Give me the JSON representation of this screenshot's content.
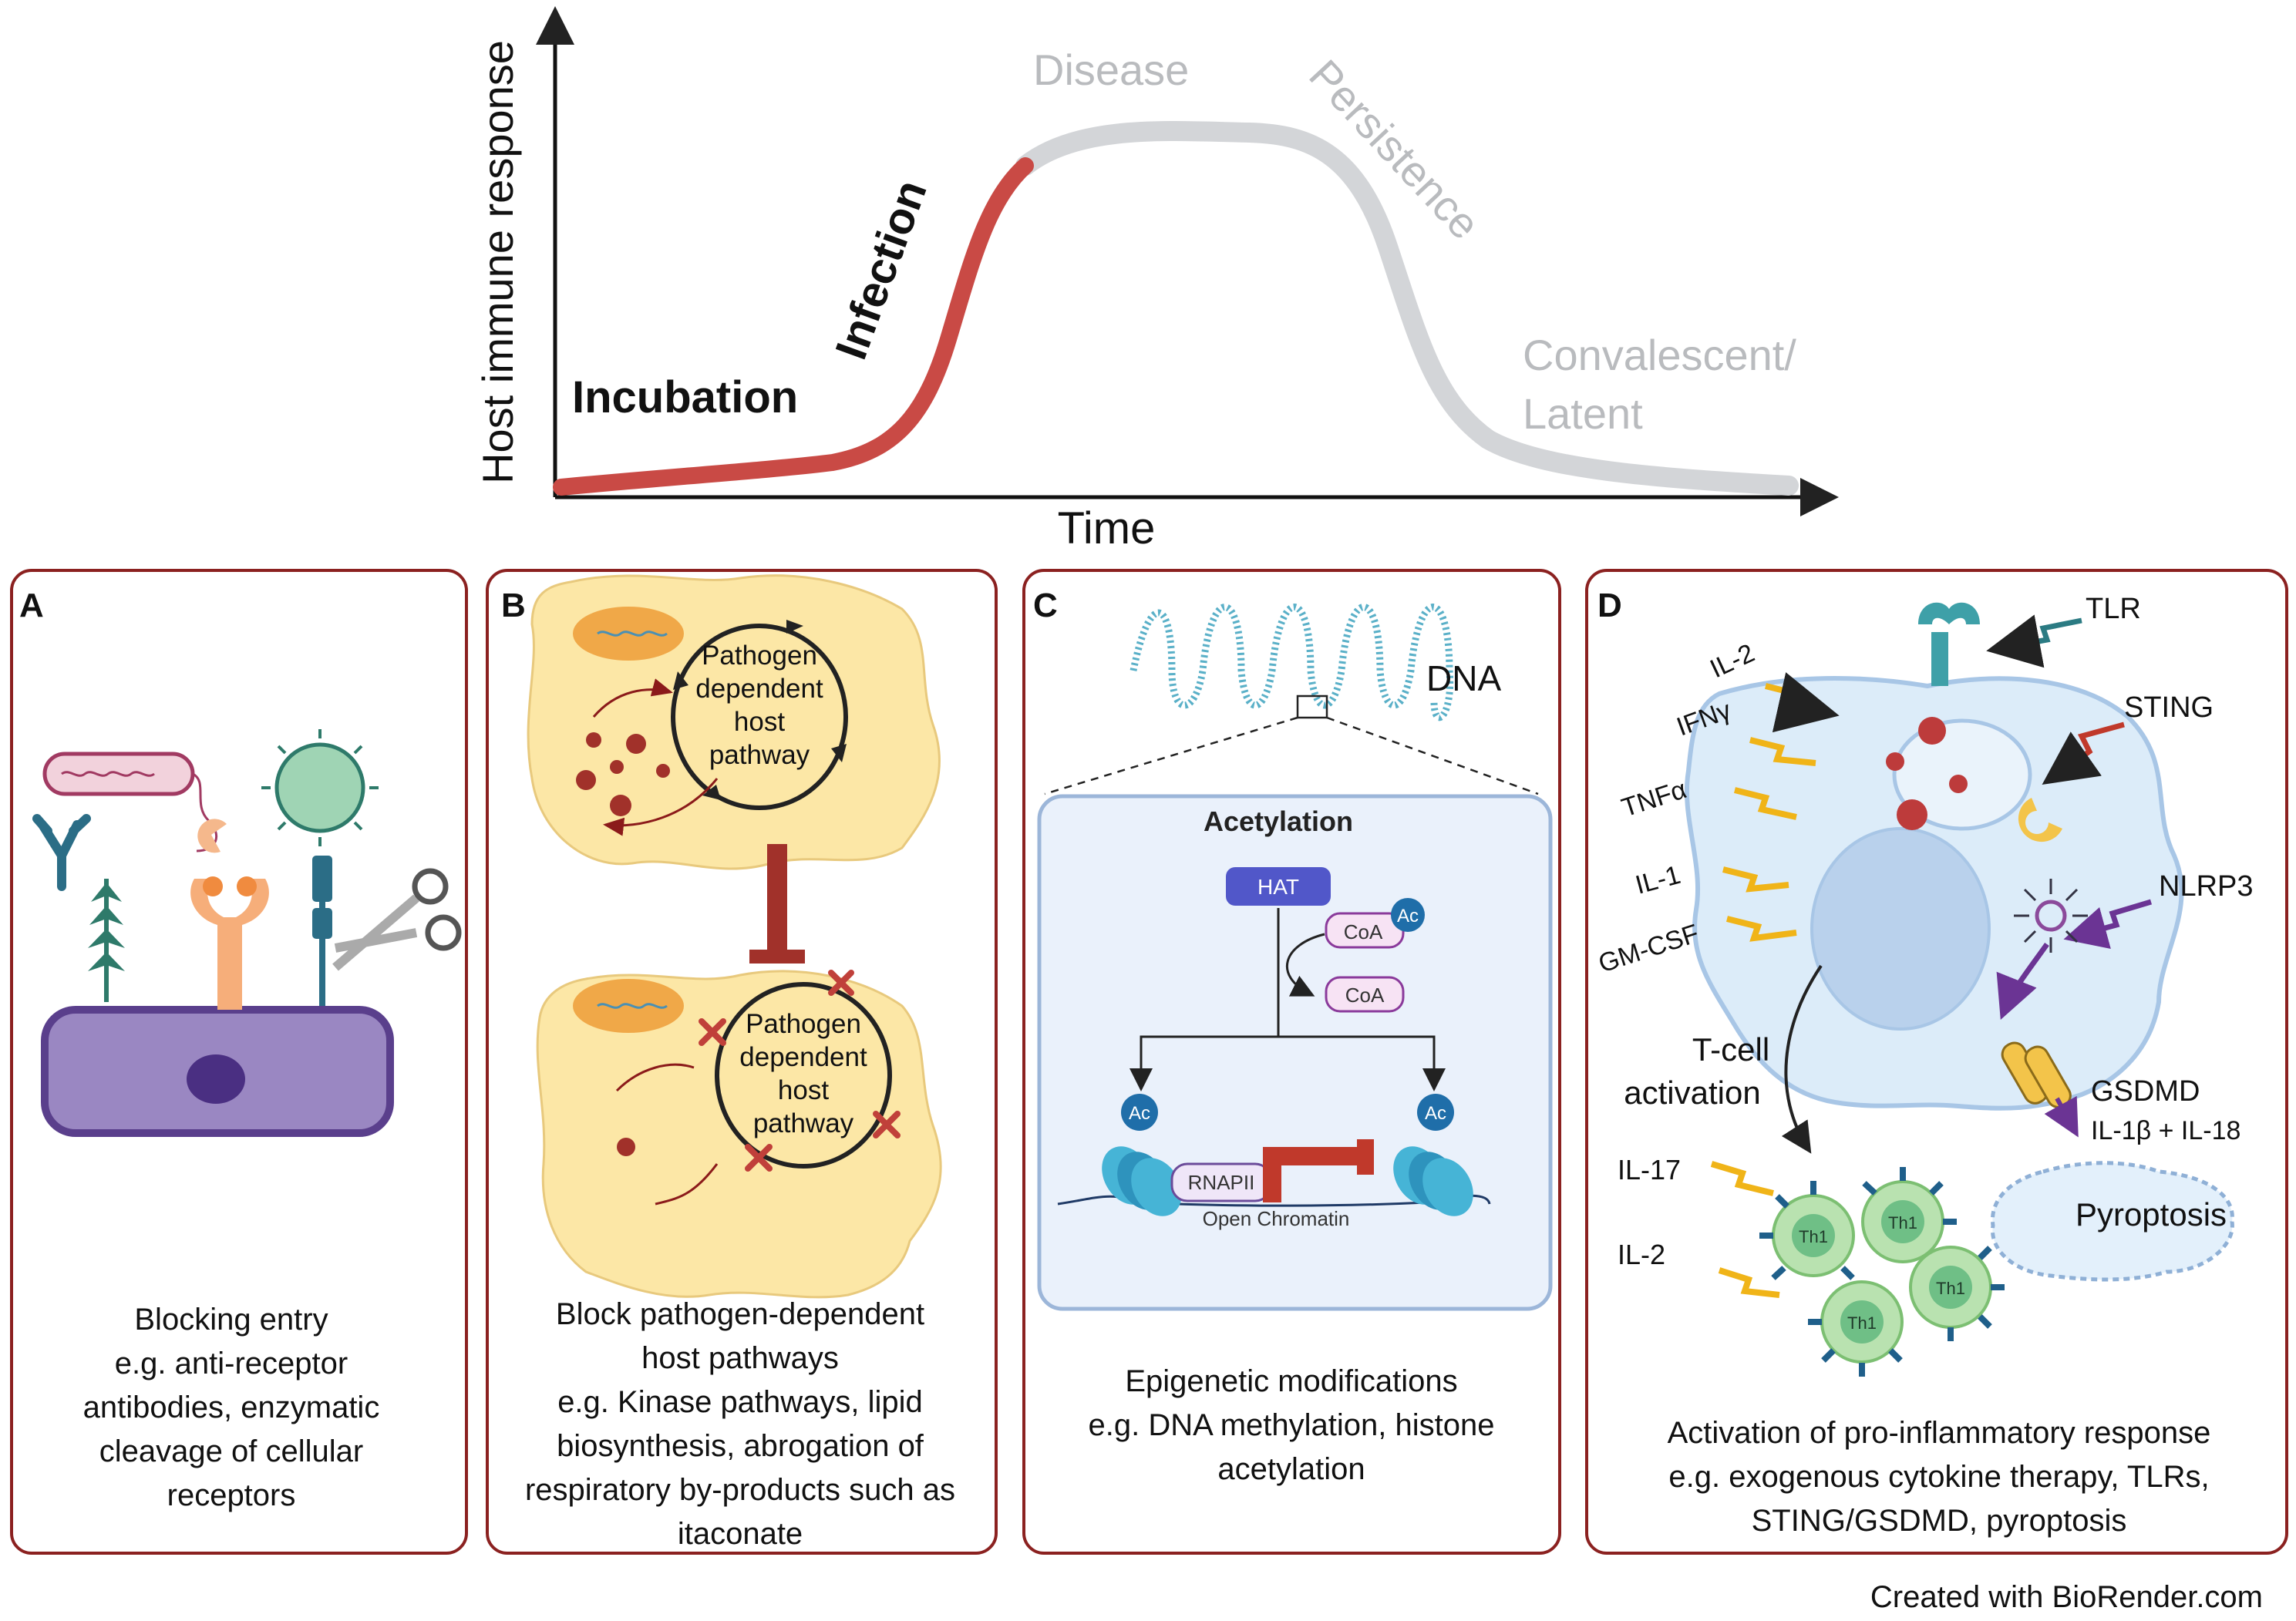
{
  "curve": {
    "y_axis_label": "Host immune response",
    "x_axis_label": "Time",
    "stages": {
      "incubation": "Incubation",
      "infection": "Infection",
      "disease": "Disease",
      "persistence": "Persistence",
      "convalescent_line1": "Convalescent/",
      "convalescent_line2": "Latent"
    },
    "colors": {
      "active": "#c94a45",
      "inactive": "#d3d5d8",
      "muted_text": "#b9bbbe"
    }
  },
  "panels": {
    "a": {
      "letter": "A",
      "caption": [
        "Blocking entry",
        "e.g. anti-receptor",
        "antibodies, enzymatic",
        "cleavage of cellular",
        "receptors"
      ]
    },
    "b": {
      "letter": "B",
      "pathway_top": [
        "Pathogen",
        "dependent",
        "host",
        "pathway"
      ],
      "pathway_bottom": [
        "Pathogen",
        "dependent",
        "host",
        "pathway"
      ],
      "caption": [
        "Block pathogen-dependent",
        "host pathways",
        "e.g. Kinase pathways, lipid",
        "biosynthesis, abrogation of",
        "respiratory by-products such as",
        "itaconate"
      ]
    },
    "c": {
      "letter": "C",
      "dna_label": "DNA",
      "box_title": "Acetylation",
      "hat": "HAT",
      "coa_ac": "CoA",
      "ac": "Ac",
      "coa": "CoA",
      "rnapii": "RNAPII",
      "open_chromatin": "Open Chromatin",
      "caption": [
        "Epigenetic modifications",
        "e.g. DNA methylation, histone",
        "acetylation"
      ]
    },
    "d": {
      "letter": "D",
      "tlr": "TLR",
      "sting": "STING",
      "nlrp3": "NLRP3",
      "gsdmd": "GSDMD",
      "il1b_il18": "IL-1β + IL-18",
      "pyroptosis": "Pyroptosis",
      "cytokines": [
        "IL-2",
        "IFNγ",
        "TNFα",
        "IL-1",
        "GM-CSF"
      ],
      "tcell_line1": "T-cell",
      "tcell_line2": "activation",
      "il17": "IL-17",
      "il2_bottom": "IL-2",
      "th1": "Th1",
      "caption": [
        "Activation of pro-inflammatory response",
        "e.g. exogenous cytokine therapy, TLRs,",
        "STING/GSDMD, pyroptosis"
      ]
    }
  },
  "credit": "Created with BioRender.com"
}
